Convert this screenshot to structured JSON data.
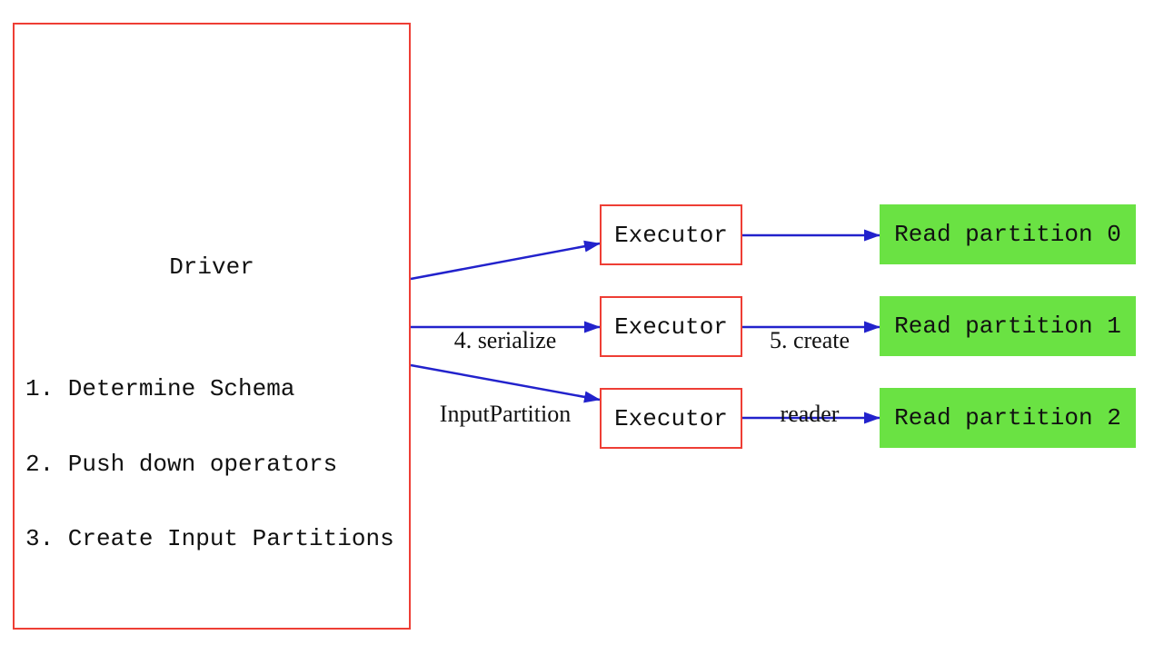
{
  "colors": {
    "box_border_red": "#ee3e35",
    "arrow_blue": "#2222cc",
    "partition_green": "#6ae243",
    "text_black": "#111111",
    "background": "#ffffff"
  },
  "driver": {
    "title": "Driver",
    "steps": [
      "1. Determine Schema",
      "2. Push down operators",
      "3. Create Input Partitions"
    ]
  },
  "executors": [
    {
      "label": "Executor"
    },
    {
      "label": "Executor"
    },
    {
      "label": "Executor"
    }
  ],
  "partitions": [
    {
      "label": "Read partition 0"
    },
    {
      "label": "Read partition 1"
    },
    {
      "label": "Read partition 2"
    }
  ],
  "edge_labels": {
    "serialize_line1": "4. serialize",
    "serialize_line2": "InputPartition",
    "create_line1": "5. create",
    "create_line2": "reader"
  }
}
